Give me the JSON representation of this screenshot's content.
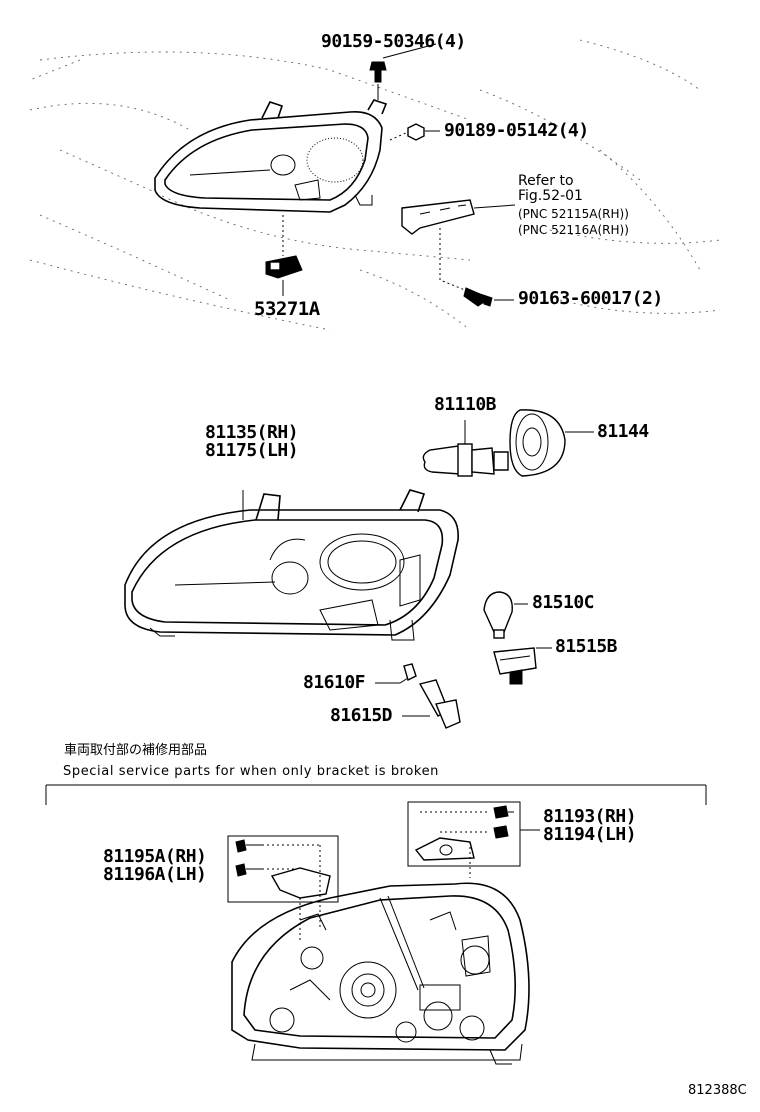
{
  "labels": {
    "screw_top": "90159-50346(4)",
    "nut_top": "90189-05142(4)",
    "refer_to": "Refer to",
    "refer_fig": "Fig.52-01",
    "pnc_rh": "(PNC 52115A(RH))",
    "pnc_lh": "(PNC 52116A(RH))",
    "screw_bracket": "90163-60017(2)",
    "clip": "53271A",
    "bulb_hb": "81110B",
    "cap": "81144",
    "lamp_rh": "81135(RH)",
    "lamp_lh": "81175(LH)",
    "bulb_side": "81510C",
    "socket_side": "81515B",
    "bulb_small": "81610F",
    "socket_small": "81615D",
    "note_jp": "車両取付部の補修用部品",
    "note_en": "Special  service  parts  for  when  only  bracket  is  broken",
    "bracket_a_rh": "81195A(RH)",
    "bracket_a_lh": "81196A(LH)",
    "bracket_b_rh": "81193(RH)",
    "bracket_b_lh": "81194(LH)",
    "figure_code": "812388C"
  }
}
